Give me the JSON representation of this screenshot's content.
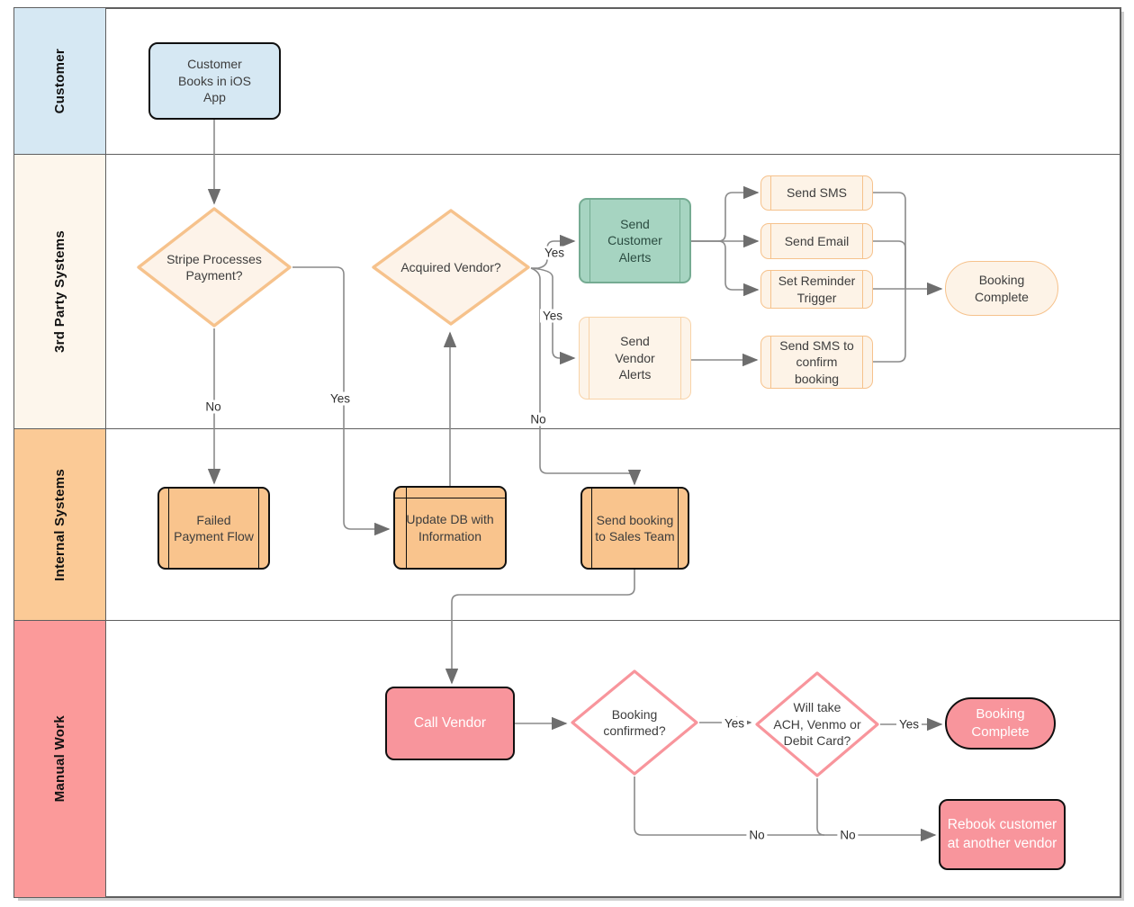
{
  "diagram": {
    "type": "swimlane-flowchart",
    "lanes": [
      {
        "label": "Customer",
        "fill": "#d6e8f3"
      },
      {
        "label": "3rd Party Systems",
        "fill": "#fdf6ec"
      },
      {
        "label": "Internal Systems",
        "fill": "#fbca96"
      },
      {
        "label": "Manual Work",
        "fill": "#fb9a9a"
      }
    ],
    "nodes": [
      {
        "id": "customer_books",
        "lane": "Customer",
        "shape": "rounded-rect",
        "fill": "#d6e8f3",
        "label": "Customer\nBooks in iOS\nApp"
      },
      {
        "id": "stripe_processes",
        "lane": "3rd Party Systems",
        "shape": "decision-diamond",
        "fill": "#fdf3e9",
        "label": "Stripe Processes\nPayment?"
      },
      {
        "id": "acquired_vendor",
        "lane": "3rd Party Systems",
        "shape": "decision-diamond",
        "fill": "#fdf3e9",
        "label": "Acquired Vendor?"
      },
      {
        "id": "send_customer_alerts",
        "lane": "3rd Party Systems",
        "shape": "predefined-process",
        "fill": "#a6d4c1",
        "label": "Send\nCustomer\nAlerts"
      },
      {
        "id": "send_sms",
        "lane": "3rd Party Systems",
        "shape": "predefined-process",
        "fill": "#fdf3e7",
        "label": "Send SMS"
      },
      {
        "id": "send_email",
        "lane": "3rd Party Systems",
        "shape": "predefined-process",
        "fill": "#fdf3e7",
        "label": "Send Email"
      },
      {
        "id": "set_reminder_trigger",
        "lane": "3rd Party Systems",
        "shape": "predefined-process",
        "fill": "#fdf3e7",
        "label": "Set Reminder\nTrigger"
      },
      {
        "id": "booking_complete_3p",
        "lane": "3rd Party Systems",
        "shape": "terminator",
        "fill": "#fdf3e7",
        "label": "Booking\nComplete"
      },
      {
        "id": "send_vendor_alerts",
        "lane": "3rd Party Systems",
        "shape": "predefined-process",
        "fill": "#fdf4e9",
        "label": "Send\nVendor\nAlerts"
      },
      {
        "id": "send_sms_confirm",
        "lane": "3rd Party Systems",
        "shape": "predefined-process",
        "fill": "#fdf3e7",
        "label": "Send SMS to\nconfirm\nbooking"
      },
      {
        "id": "failed_payment_flow",
        "lane": "Internal Systems",
        "shape": "predefined-process",
        "fill": "#f9c48d",
        "label": "Failed\nPayment Flow"
      },
      {
        "id": "update_db",
        "lane": "Internal Systems",
        "shape": "card-process",
        "fill": "#f9c48d",
        "label": "Update DB with\nInformation"
      },
      {
        "id": "send_booking_sales",
        "lane": "Internal Systems",
        "shape": "predefined-process",
        "fill": "#f9c48d",
        "label": "Send booking\nto Sales Team"
      },
      {
        "id": "call_vendor",
        "lane": "Manual Work",
        "shape": "rounded-rect",
        "fill": "#f8959c",
        "label": "Call Vendor"
      },
      {
        "id": "booking_confirmed",
        "lane": "Manual Work",
        "shape": "decision-diamond",
        "fill": "#ffffff",
        "label": "Booking\nconfirmed?"
      },
      {
        "id": "will_take_ach",
        "lane": "Manual Work",
        "shape": "decision-diamond",
        "fill": "#ffffff",
        "label": "Will take\nACH, Venmo or\nDebit Card?"
      },
      {
        "id": "booking_complete_manual",
        "lane": "Manual Work",
        "shape": "terminator",
        "fill": "#f8959c",
        "label": "Booking\nComplete"
      },
      {
        "id": "rebook_customer",
        "lane": "Manual Work",
        "shape": "rounded-rect",
        "fill": "#f8959c",
        "label": "Rebook customer\nat another vendor"
      }
    ],
    "edge_labels": [
      {
        "text": "Yes",
        "edge": "stripe_processes -> update_db"
      },
      {
        "text": "No",
        "edge": "stripe_processes -> failed_payment_flow"
      },
      {
        "text": "Yes",
        "edge": "acquired_vendor -> send_customer_alerts"
      },
      {
        "text": "Yes",
        "edge": "acquired_vendor -> send_vendor_alerts"
      },
      {
        "text": "No",
        "edge": "acquired_vendor -> send_booking_sales"
      },
      {
        "text": "Yes",
        "edge": "booking_confirmed -> will_take_ach"
      },
      {
        "text": "Yes",
        "edge": "will_take_ach -> booking_complete_manual"
      },
      {
        "text": "No",
        "edge": "booking_confirmed -> rebook_customer"
      },
      {
        "text": "No",
        "edge": "will_take_ach -> rebook_customer"
      }
    ],
    "edges_unlabeled": [
      "customer_books -> stripe_processes",
      "update_db -> acquired_vendor",
      "send_customer_alerts -> send_sms",
      "send_customer_alerts -> send_email",
      "send_customer_alerts -> set_reminder_trigger",
      "send_sms -> booking_complete_3p",
      "send_email -> booking_complete_3p",
      "set_reminder_trigger -> booking_complete_3p",
      "send_vendor_alerts -> send_sms_confirm",
      "send_sms_confirm -> booking_complete_3p",
      "send_booking_sales -> call_vendor",
      "call_vendor -> booking_confirmed"
    ],
    "palette": {
      "cream_fill": "#fdf3e7",
      "orange_outline": "#f6c28c",
      "green_fill": "#a6d4c1",
      "green_outline": "#75ab92",
      "orange_fill": "#f9c48d",
      "pink_fill": "#f8959c",
      "blue_fill": "#d6e8f3",
      "connector": "#8a8a8a",
      "lane_border": "#5f5f5f"
    }
  }
}
